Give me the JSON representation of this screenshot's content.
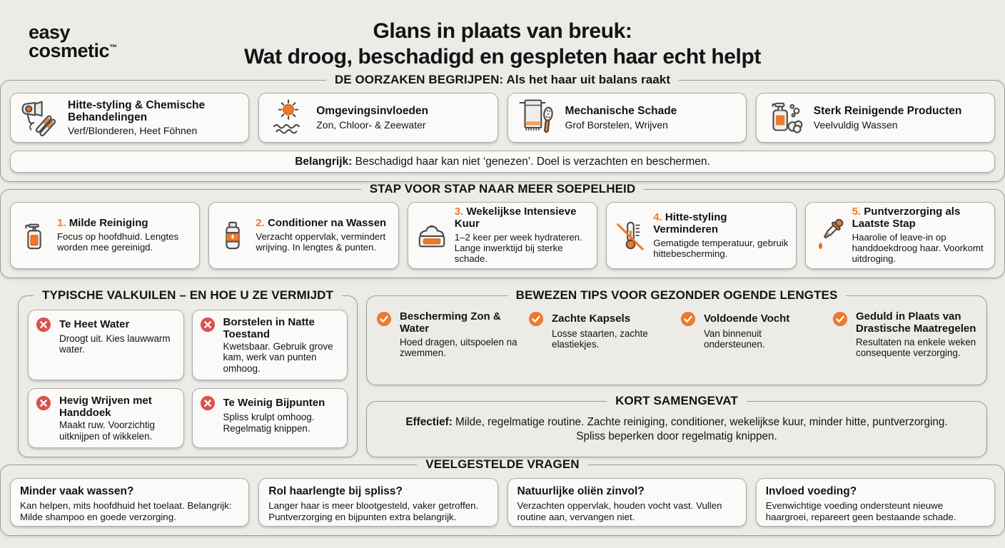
{
  "brand": {
    "line1": "easy",
    "line2": "cosmetic",
    "tm": "™"
  },
  "title": {
    "line1": "Glans in plaats van breuk:",
    "line2": "Wat droog, beschadigd en gespleten haar echt helpt"
  },
  "colors": {
    "accent": "#EE7A2E",
    "error": "#D9534F",
    "background": "#ECEBE8"
  },
  "causes": {
    "heading": "DE OORZAKEN BEGRIJPEN: Als het haar uit balans raakt",
    "cards": [
      {
        "icon": "hairdryer-flatiron-icon",
        "title": "Hitte-styling & Chemische Behandelingen",
        "subtitle": "Verf/Blonderen, Heet Föhnen"
      },
      {
        "icon": "sun-waves-icon",
        "title": "Omgevingsinvloeden",
        "subtitle": "Zon, Chloor- & Zeewater"
      },
      {
        "icon": "towel-brush-icon",
        "title": "Mechanische Schade",
        "subtitle": "Grof Borstelen, Wrijven"
      },
      {
        "icon": "soap-bottle-icon",
        "title": "Sterk Reinigende Producten",
        "subtitle": "Veelvuldig Wassen"
      }
    ],
    "note_label": "Belangrijk:",
    "note_text": " Beschadigd haar kan niet ‘genezen’. Doel is verzachten en beschermen."
  },
  "steps": {
    "heading": "STAP VOOR STAP NAAR MEER SOEPELHEID",
    "cards": [
      {
        "num": "1.",
        "icon": "pump-bottle-icon",
        "title": "Milde Reiniging",
        "text": "Focus op hoofdhuid. Lengtes worden mee gereinigd."
      },
      {
        "num": "2.",
        "icon": "conditioner-bottle-icon",
        "title": "Conditioner na Wassen",
        "text": "Verzacht oppervlak, vermindert wrijving. In lengtes & punten."
      },
      {
        "num": "3.",
        "icon": "cream-jar-icon",
        "title": "Wekelijkse Intensieve Kuur",
        "text": "1–2 keer per week hydrateren. Lange inwerktijd bij sterke schade."
      },
      {
        "num": "4.",
        "icon": "no-heat-thermometer-icon",
        "title": "Hitte-styling Verminderen",
        "text": "Gematigde temperatuur, gebruik hittebescherming."
      },
      {
        "num": "5.",
        "icon": "dropper-icon",
        "title": "Puntverzorging als Laatste Stap",
        "text": "Haarolie of leave-in op handdoekdroog haar. Voorkomt uitdroging."
      }
    ]
  },
  "pitfalls": {
    "heading": "TYPISCHE VALKUILEN – EN HOE U ZE VERMIJDT",
    "cards": [
      {
        "title": "Te Heet Water",
        "text": "Droogt uit. Kies lauwwarm water."
      },
      {
        "title": "Borstelen in Natte Toestand",
        "text": "Kwetsbaar. Gebruik grove kam, werk van punten omhoog."
      },
      {
        "title": "Hevig Wrijven met Handdoek",
        "text": "Maakt ruw. Voorzichtig uitknijpen of wikkelen."
      },
      {
        "title": "Te Weinig Bijpunten",
        "text": "Spliss krulpt omhoog. Regelmatig knippen."
      }
    ]
  },
  "tips": {
    "heading": "BEWEZEN TIPS VOOR GEZONDER OGENDE LENGTES",
    "items": [
      {
        "title": "Bescherming Zon & Water",
        "text": "Hoed dragen, uitspoelen na zwemmen."
      },
      {
        "title": "Zachte Kapsels",
        "text": "Losse staarten, zachte elastiekjes."
      },
      {
        "title": "Voldoende Vocht",
        "text": "Van binnenuit ondersteunen."
      },
      {
        "title": "Geduld in Plaats van Drastische Maatregelen",
        "text": "Resultaten na enkele weken consequente verzorging."
      }
    ]
  },
  "summary": {
    "heading": "KORT SAMENGEVAT",
    "label": "Effectief:",
    "text": " Milde, regelmatige routine. Zachte reiniging, conditioner, wekelijkse kuur, minder hitte, puntverzorging. Spliss beperken door regelmatig knippen."
  },
  "faq": {
    "heading": "VEELGESTELDE VRAGEN",
    "cards": [
      {
        "q": "Minder vaak wassen?",
        "a": "Kan helpen, mits hoofdhuid het toelaat. Belangrijk: Milde shampoo en goede verzorging."
      },
      {
        "q": "Rol haarlengte bij spliss?",
        "a": "Langer haar is meer blootgesteld, vaker getroffen. Puntverzorging en bijpunten extra belangrijk."
      },
      {
        "q": "Natuurlijke oliën zinvol?",
        "a": "Verzachten oppervlak, houden vocht vast. Vullen routine aan, vervangen niet."
      },
      {
        "q": "Invloed voeding?",
        "a": "Evenwichtige voeding ondersteunt nieuwe haargroei, repareert geen bestaande schade."
      }
    ]
  }
}
